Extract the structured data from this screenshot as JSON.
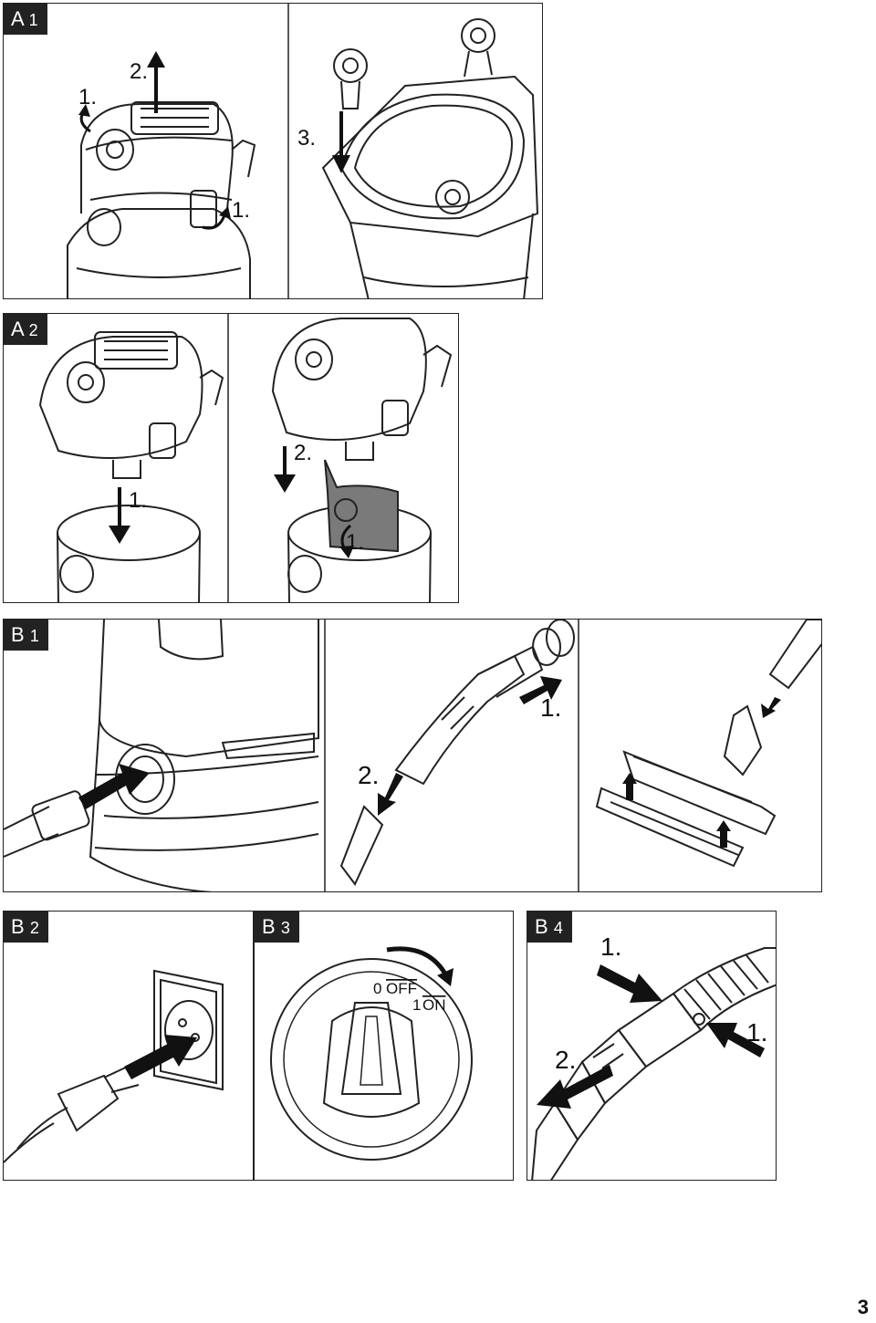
{
  "sections": {
    "a1": {
      "letter": "A",
      "num": "1",
      "steps": [
        "2.",
        "1.",
        "1.",
        "3."
      ]
    },
    "a2": {
      "letter": "A",
      "num": "2",
      "steps": [
        "1.",
        "2.",
        "1."
      ]
    },
    "b1": {
      "letter": "B",
      "num": "1",
      "steps": [
        "1.",
        "2."
      ]
    },
    "b2": {
      "letter": "B",
      "num": "2"
    },
    "b3": {
      "letter": "B",
      "num": "3",
      "switch_off_num": "0",
      "switch_off_label": "OFF",
      "switch_on_num": "1",
      "switch_on_label": "ON"
    },
    "b4": {
      "letter": "B",
      "num": "4",
      "steps": [
        "1.",
        "1.",
        "2."
      ]
    }
  },
  "page_number": "3"
}
